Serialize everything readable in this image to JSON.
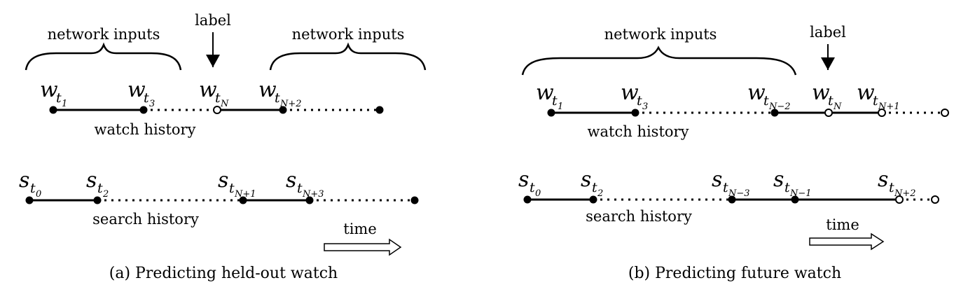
{
  "panel_a": {
    "brace_left_label": "network inputs",
    "brace_right_label": "network inputs",
    "label_arrow_text": "label",
    "watch_history_label": "watch history",
    "search_history_label": "search history",
    "time_label": "time",
    "caption": "(a) Predicting held-out watch",
    "watch_symbols": [
      {
        "base": "w",
        "sub": "t",
        "subsub": "1"
      },
      {
        "base": "w",
        "sub": "t",
        "subsub": "3"
      },
      {
        "base": "w",
        "sub": "t",
        "subsub": "N"
      },
      {
        "base": "w",
        "sub": "t",
        "subsub": "N+2"
      }
    ],
    "search_symbols": [
      {
        "base": "s",
        "sub": "t",
        "subsub": "0"
      },
      {
        "base": "s",
        "sub": "t",
        "subsub": "2"
      },
      {
        "base": "s",
        "sub": "t",
        "subsub": "N+1"
      },
      {
        "base": "s",
        "sub": "t",
        "subsub": "N+3"
      }
    ]
  },
  "panel_b": {
    "brace_label": "network inputs",
    "label_arrow_text": "label",
    "watch_history_label": "watch history",
    "search_history_label": "search history",
    "time_label": "time",
    "caption": "(b) Predicting future watch",
    "watch_symbols": [
      {
        "base": "w",
        "sub": "t",
        "subsub": "1"
      },
      {
        "base": "w",
        "sub": "t",
        "subsub": "3"
      },
      {
        "base": "w",
        "sub": "t",
        "subsub": "N−2"
      },
      {
        "base": "w",
        "sub": "t",
        "subsub": "N"
      },
      {
        "base": "w",
        "sub": "t",
        "subsub": "N+1"
      }
    ],
    "search_symbols": [
      {
        "base": "s",
        "sub": "t",
        "subsub": "0"
      },
      {
        "base": "s",
        "sub": "t",
        "subsub": "2"
      },
      {
        "base": "s",
        "sub": "t",
        "subsub": "N−3"
      },
      {
        "base": "s",
        "sub": "t",
        "subsub": "N−1"
      },
      {
        "base": "s",
        "sub": "t",
        "subsub": "N+2"
      }
    ]
  }
}
